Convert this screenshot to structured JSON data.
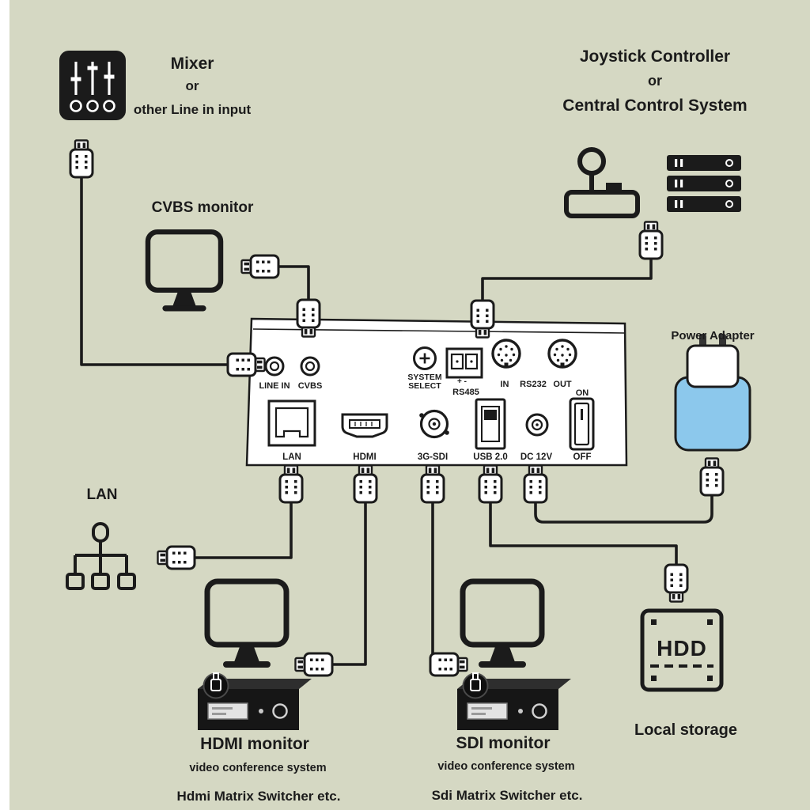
{
  "colors": {
    "ink": "#1b1b1b",
    "bg": "#d5d8c3",
    "panel": "#ffffff",
    "blue": "#8cc8ec",
    "device": "#161616"
  },
  "icons": [
    "mixer-icon",
    "usb-plug-icon",
    "cvbs-monitor-icon",
    "joystick-icon",
    "server-rack-icon",
    "camera-rear-panel",
    "power-adapter-icon",
    "lan-network-icon",
    "hdmi-monitor-icon",
    "sdi-monitor-icon",
    "av-device-icon",
    "hdd-icon"
  ],
  "devices": {
    "mixer": {
      "title": "Mixer",
      "or": "or",
      "subtitle": "other Line in input"
    },
    "cvbs_monitor": {
      "label": "CVBS monitor"
    },
    "joystick": {
      "line1": "Joystick Controller",
      "line2": "or",
      "line3": "Central Control System"
    },
    "power_adapter": {
      "label": "Power Adapter"
    },
    "lan": {
      "label": "LAN"
    },
    "hdmi_monitor": {
      "title": "HDMI monitor",
      "subtitle": "video conference system",
      "footnote": "Hdmi Matrix Switcher etc."
    },
    "sdi_monitor": {
      "title": "SDI monitor",
      "subtitle": "video conference system",
      "footnote": "Sdi Matrix Switcher etc."
    },
    "local_storage": {
      "label": "Local storage",
      "hdd": "HDD"
    }
  },
  "panel": {
    "top_labels": {
      "line_in": "LINE IN",
      "cvbs": "CVBS",
      "system_select": "SYSTEM SELECT",
      "polarity": "+ -",
      "rs485": "RS485",
      "rs232_in": "IN",
      "rs232": "RS232",
      "rs232_out": "OUT",
      "on": "ON"
    },
    "bottom_labels": {
      "lan": "LAN",
      "hdmi": "HDMI",
      "sdi": "3G-SDI",
      "usb": "USB 2.0",
      "dc": "DC 12V",
      "off": "OFF"
    }
  }
}
